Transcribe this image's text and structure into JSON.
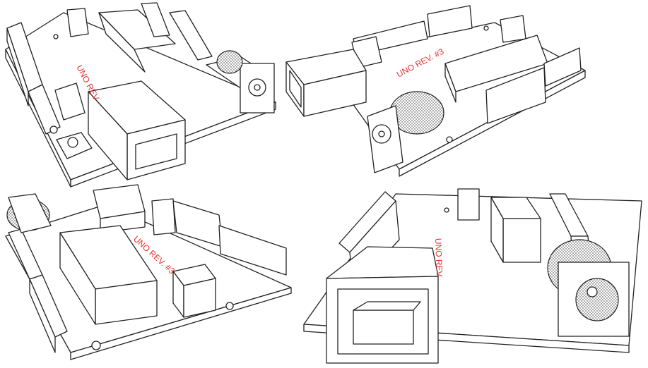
{
  "figure": {
    "views": [
      {
        "id": "view-top-left",
        "silkscreen": "UNO REV"
      },
      {
        "id": "view-top-right",
        "silkscreen": "UNO REV. #3"
      },
      {
        "id": "view-bottom-left",
        "silkscreen": "UNO REV. #3"
      },
      {
        "id": "view-bottom-right",
        "silkscreen": "UNO REV"
      }
    ],
    "colors": {
      "line": "#222222",
      "silkscreen": "#e8312e",
      "background": "#ffffff"
    }
  }
}
